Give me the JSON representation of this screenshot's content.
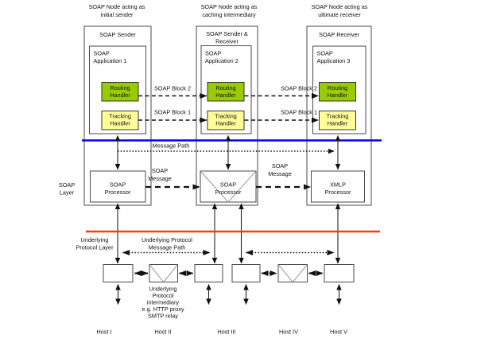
{
  "node_group_labels": [
    {
      "line1": "SOAP Node acting as",
      "line2": "initial sender"
    },
    {
      "line1": "SOAP Node acting as",
      "line2": "caching intermediary"
    },
    {
      "line1": "SOAP Node acting as",
      "line2": "ultimate receiver"
    }
  ],
  "nodes": [
    {
      "title": "SOAP Sender",
      "app_line1": "SOAP",
      "app_line2": "Application 1",
      "processor_line1": "SOAP",
      "processor_line2": "Processor"
    },
    {
      "title": "SOAP Sender &",
      "title2": "Receiver",
      "app_line1": "SOAP",
      "app_line2": "Application 2",
      "processor_line1": "SOAP",
      "processor_line2": "Processor"
    },
    {
      "title": "SOAP Receiver",
      "app_line1": "SOAP",
      "app_line2": "Application 3",
      "processor_line1": "XMLP",
      "processor_line2": "Processor"
    }
  ],
  "handler_labels": {
    "routing_line1": "Routing",
    "routing_line2": "Handler",
    "tracking_line1": "Tracking",
    "tracking_line2": "Handler"
  },
  "edge_labels": {
    "soap_block_2": "SOAP Block 2",
    "soap_block_1": "SOAP Block 1",
    "message_path": "Message Path",
    "soap_message_line1": "SOAP",
    "soap_message_line2": "Message"
  },
  "layer_labels": {
    "soap_line1": "SOAP",
    "soap_line2": "Layer",
    "underlying_line1": "Underlying",
    "underlying_line2": "Protocol Layer"
  },
  "underlying_path_label": {
    "line1": "Underlying Protocol",
    "line2": "Message Path"
  },
  "intermediary_label": [
    "Underlying",
    "Protocol",
    "intermediary",
    "e.g. HTTP proxy",
    "SMTP relay"
  ],
  "hosts": [
    "Host I",
    "Host II",
    "Host III",
    "Host IV",
    "Host V"
  ],
  "colors": {
    "soap_message_path_line": "#0000f0",
    "underlying_layer_line": "#ff4000",
    "routing_handler_fill": "#99cc00",
    "tracking_handler_fill": "#ffff99"
  }
}
